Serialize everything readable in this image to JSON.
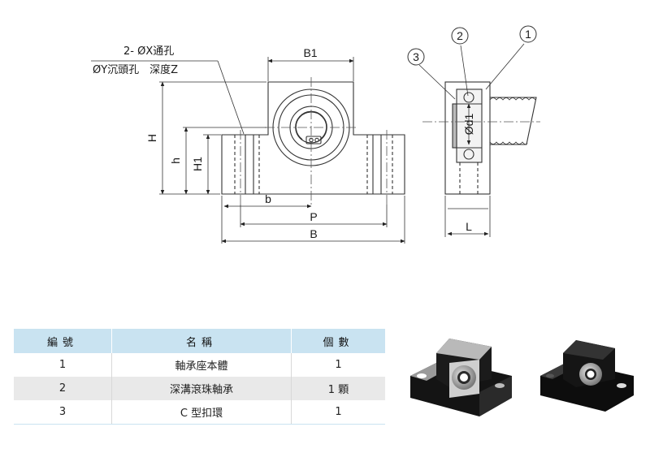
{
  "drawing": {
    "callout_hole_1": "2- ØX通孔",
    "callout_hole_2": "ØY沉頭孔　深度Z",
    "dim_B1": "B1",
    "dim_H": "H",
    "dim_h": "h",
    "dim_H1": "H1",
    "dim_b": "b",
    "dim_P": "P",
    "dim_B": "B",
    "dim_d1": "Ød1",
    "dim_L": "L",
    "balloon_1": "1",
    "balloon_2": "2",
    "balloon_3": "3"
  },
  "table": {
    "headers": [
      "編號",
      "名稱",
      "個數"
    ],
    "rows": [
      [
        "1",
        "軸承座本體",
        "1"
      ],
      [
        "2",
        "深溝滾珠軸承",
        "1 顆"
      ],
      [
        "3",
        "C 型扣環",
        "1"
      ]
    ]
  },
  "colors": {
    "header_bg": "#c9e3f1",
    "row_alt_bg": "#e9e9e9",
    "line": "#333333"
  }
}
